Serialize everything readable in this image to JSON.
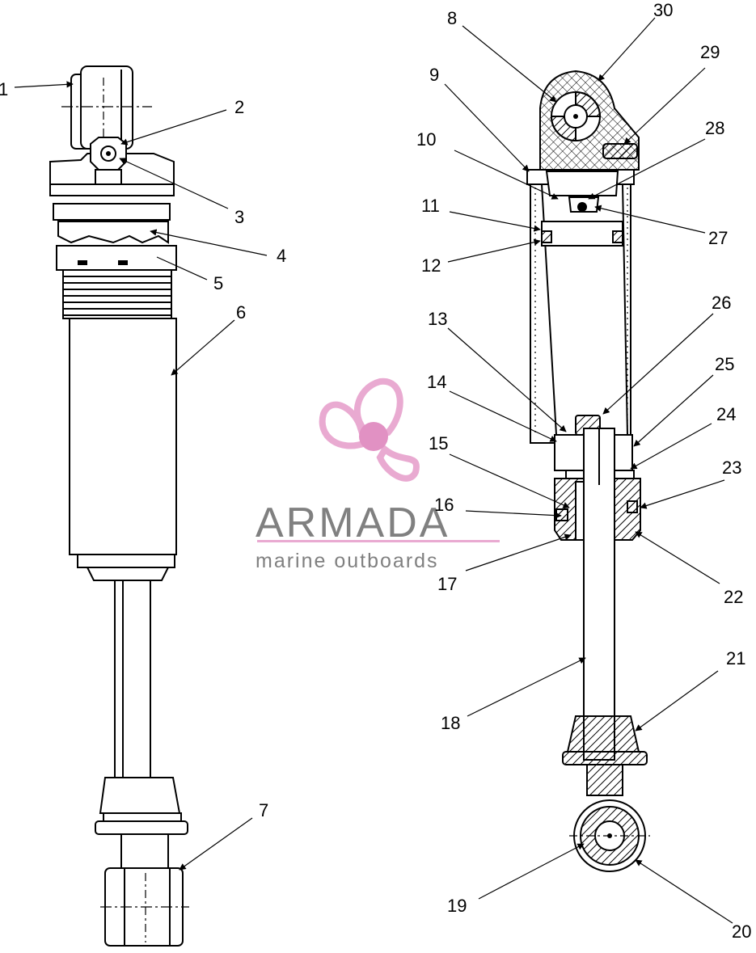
{
  "labels": [
    {
      "id": "1",
      "text": "1"
    },
    {
      "id": "2",
      "text": "2"
    },
    {
      "id": "3",
      "text": "3"
    },
    {
      "id": "4",
      "text": "4"
    },
    {
      "id": "5",
      "text": "5"
    },
    {
      "id": "6",
      "text": "6"
    },
    {
      "id": "7",
      "text": "7"
    },
    {
      "id": "8",
      "text": "8"
    },
    {
      "id": "9",
      "text": "9"
    },
    {
      "id": "10",
      "text": "10"
    },
    {
      "id": "11",
      "text": "11"
    },
    {
      "id": "12",
      "text": "12"
    },
    {
      "id": "13",
      "text": "13"
    },
    {
      "id": "14",
      "text": "14"
    },
    {
      "id": "15",
      "text": "15"
    },
    {
      "id": "16",
      "text": "16"
    },
    {
      "id": "17",
      "text": "17"
    },
    {
      "id": "18",
      "text": "18"
    },
    {
      "id": "19",
      "text": "19"
    },
    {
      "id": "20",
      "text": "20"
    },
    {
      "id": "21",
      "text": "21"
    },
    {
      "id": "22",
      "text": "22"
    },
    {
      "id": "23",
      "text": "23"
    },
    {
      "id": "24",
      "text": "24"
    },
    {
      "id": "25",
      "text": "25"
    },
    {
      "id": "26",
      "text": "26"
    },
    {
      "id": "27",
      "text": "27"
    },
    {
      "id": "28",
      "text": "28"
    },
    {
      "id": "29",
      "text": "29"
    },
    {
      "id": "30",
      "text": "30"
    }
  ],
  "watermark": {
    "brand": "ARMADA",
    "tagline": "marine outboards",
    "brand_color": "#7a7a7a",
    "accent_color": "#e8a6cf",
    "dot_color": "#e08cc0"
  }
}
